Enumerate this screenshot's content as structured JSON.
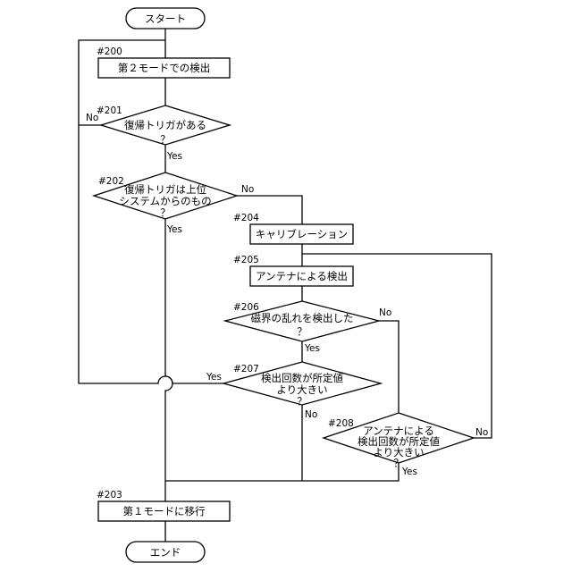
{
  "flowchart": {
    "start": "スタート",
    "end": "エンド",
    "steps": {
      "s200": {
        "id": "#200",
        "label": "第２モードでの検出"
      },
      "s201": {
        "id": "#201",
        "line1": "復帰トリガがある",
        "line2": "？"
      },
      "s202": {
        "id": "#202",
        "line1": "復帰トリガは上位",
        "line2": "システムからのもの",
        "line3": "？"
      },
      "s204": {
        "id": "#204",
        "label": "キャリブレーション"
      },
      "s205": {
        "id": "#205",
        "label": "アンテナによる検出"
      },
      "s206": {
        "id": "#206",
        "line1": "磁界の乱れを検出した",
        "line2": "？"
      },
      "s207": {
        "id": "#207",
        "line1": "検出回数が所定値",
        "line2": "より大きい",
        "line3": "？"
      },
      "s208": {
        "id": "#208",
        "line1": "アンテナによる",
        "line2": "検出回数が所定値",
        "line3": "より大きい",
        "line4": "？"
      },
      "s203": {
        "id": "#203",
        "label": "第１モードに移行"
      }
    },
    "branches": {
      "s201_no": "No",
      "s201_yes": "Yes",
      "s202_no": "No",
      "s202_yes": "Yes",
      "s206_no": "No",
      "s206_yes": "Yes",
      "s207_yes": "Yes",
      "s207_no": "No",
      "s208_no": "No",
      "s208_yes": "Yes"
    }
  }
}
